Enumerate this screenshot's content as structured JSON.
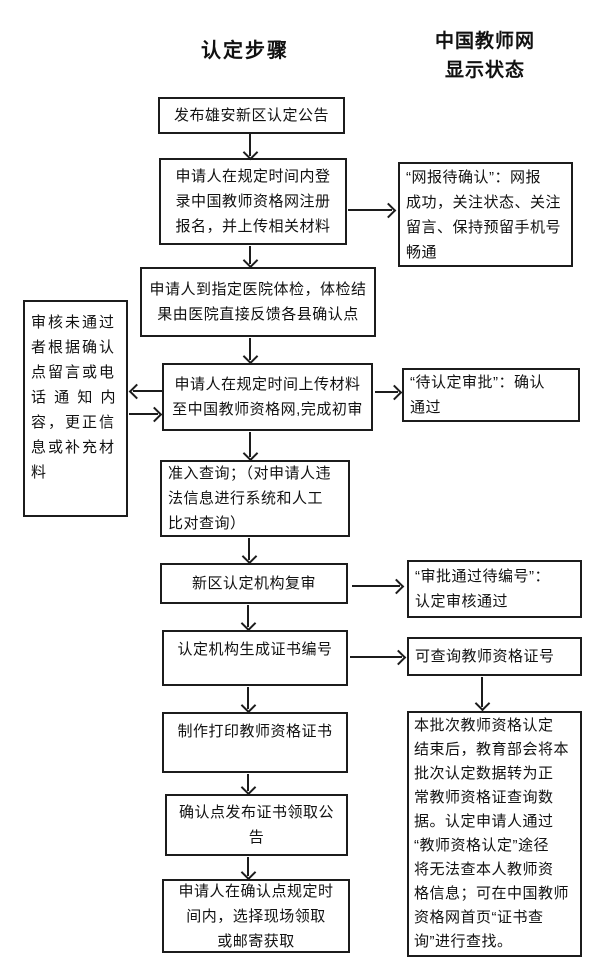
{
  "colors": {
    "background": "#ffffff",
    "ink": "#1c1c1c"
  },
  "headers": {
    "steps": "认定步骤",
    "status": "中国教师网\n显示状态"
  },
  "flow": [
    {
      "text": "发布雄安新区认定公告"
    },
    {
      "text": "申请人在规定时间内登\n录中国教师资格网注册\n报名，并上传相关材料"
    },
    {
      "text": "申请人到指定医院体检，体检结\n果由医院直接反馈各县确认点"
    },
    {
      "text": "申请人在规定时间上传材料\n至中国教师资格网,完成初审"
    },
    {
      "text": "准入查询；（对申请人违\n法信息进行系统和人工\n比对查询）"
    },
    {
      "text": "新区认定机构复审"
    },
    {
      "text": "认定机构生成证书编号"
    },
    {
      "text": "制作打印教师资格证书"
    },
    {
      "text": "确认点发布证书领取公\n告"
    },
    {
      "text": "申请人在确认点规定时\n间内，选择现场领取\n或邮寄获取"
    }
  ],
  "side_note": {
    "text": "审核未通过\n者根据确认\n点留言或电\n话 通 知 内\n容，更正信\n息或补充材\n料"
  },
  "status": [
    {
      "text": "“网报待确认”：网报\n成功，关注状态、关注\n留言、保持预留手机号\n畅通"
    },
    {
      "text": "“待认定审批”：确认\n通过"
    },
    {
      "text": "“审批通过待编号”：\n认定审核通过"
    },
    {
      "text": "可查询教师资格证号"
    },
    {
      "text": "本批次教师资格认定\n结束后，教育部会将本\n批次认定数据转为正\n常教师资格证查询数\n据。认定申请人通过\n“教师资格认定”途径\n将无法查本人教师资\n格信息；可在中国教师\n资格网首页“证书查\n询”进行查找。"
    }
  ]
}
